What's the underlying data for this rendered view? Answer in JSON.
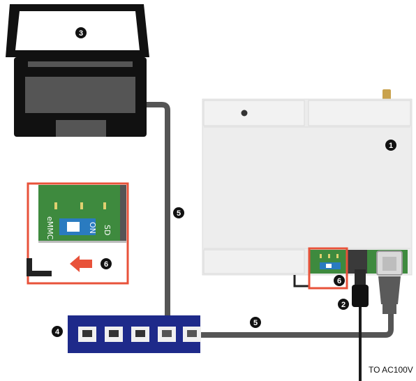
{
  "callouts": {
    "device": "1",
    "power_plug": "2",
    "laptop": "3",
    "switching_hub": "4",
    "lan_cable_laptop": "5",
    "lan_cable_device": "5",
    "dip_switch_zoom": "6",
    "dip_switch_on_device": "6"
  },
  "dip_switch": {
    "left_label": "eMMC",
    "right_label": "ON",
    "far_label": "SD"
  },
  "power_caption": "TO AC100V",
  "colors": {
    "laptop": "#111111",
    "cable": "#555555",
    "hub": "#1e2a8a",
    "device_body": "#ececec",
    "highlight": "#e8523a",
    "pcb": "#3e8a3e",
    "dip_switch": "#2a7bc0"
  }
}
